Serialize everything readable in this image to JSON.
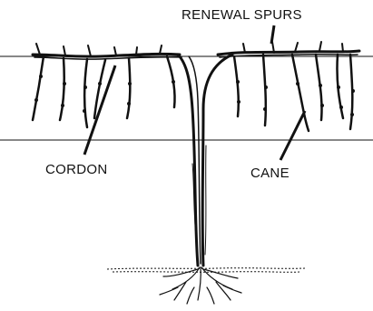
{
  "labels": {
    "renewal_spurs": "RENEWAL SPURS",
    "cordon": "CORDON",
    "cane": "CANE"
  },
  "colors": {
    "ink": "#111111",
    "background": "#ffffff"
  }
}
